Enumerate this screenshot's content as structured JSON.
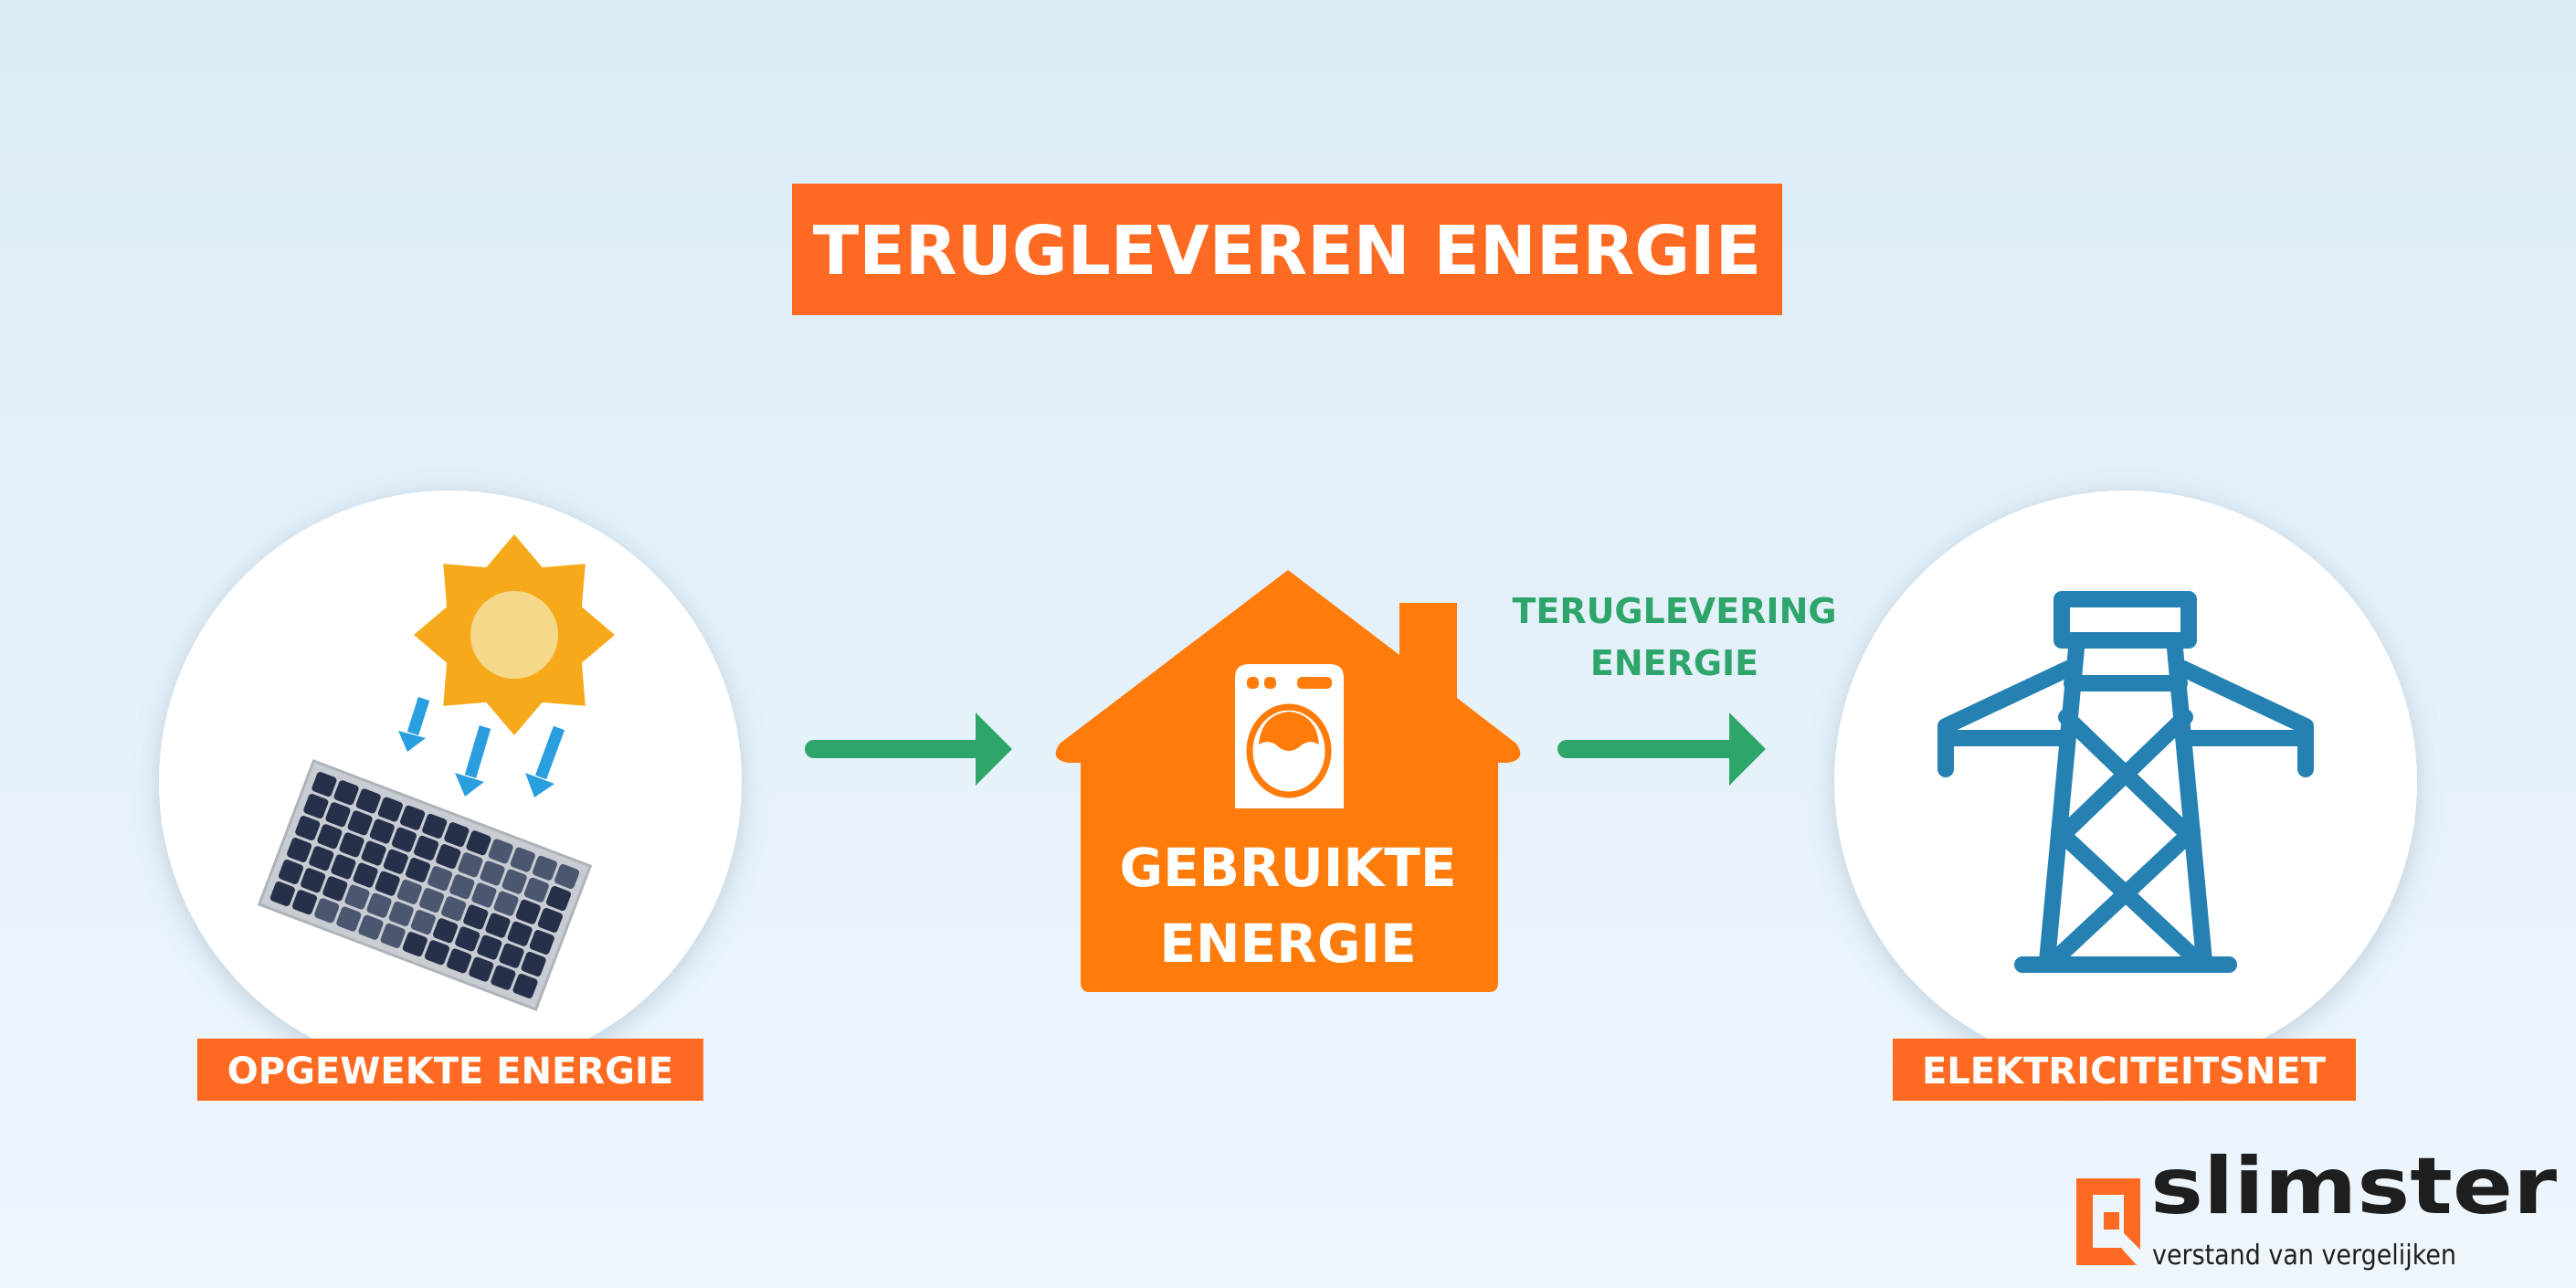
{
  "title": "TERUGLEVEREN ENERGIE",
  "source": {
    "label": "OPGEWEKTE ENERGIE",
    "icon": "solar-panel-sun-icon"
  },
  "house": {
    "line1": "GEBRUIKTE",
    "line2": "ENERGIE",
    "icon": "washing-machine-icon"
  },
  "flow": {
    "line1": "TERUGLEVERING",
    "line2": "ENERGIE"
  },
  "grid": {
    "label": "ELEKTRICITEITSNET",
    "icon": "power-pylon-icon"
  },
  "logo": {
    "name": "slimster",
    "tagline": "verstand van vergelijken"
  },
  "colors": {
    "orange": "#ff6a22",
    "house": "#ff7b0a",
    "green": "#2ea56a",
    "blue": "#2681b3",
    "sun": "#f6a91a"
  }
}
